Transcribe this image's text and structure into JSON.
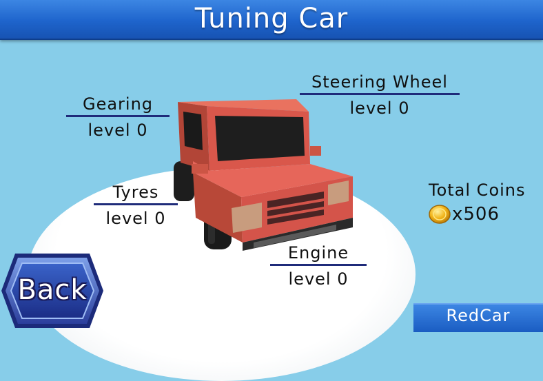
{
  "header": {
    "title": "Tuning Car"
  },
  "upgrades": {
    "gearing": {
      "name": "Gearing",
      "level": "level 0"
    },
    "steering_wheel": {
      "name": "Steering Wheel",
      "level": "level 0"
    },
    "tyres": {
      "name": "Tyres",
      "level": "level 0"
    },
    "engine": {
      "name": "Engine",
      "level": "level 0"
    }
  },
  "coins": {
    "label": "Total Coins",
    "count": "x506",
    "icon": "gold-coin-icon"
  },
  "buttons": {
    "back_label": "Back",
    "car_name": "RedCar"
  },
  "colors": {
    "background": "#87cde9",
    "title_bar": "#1e64cc",
    "underline": "#1f2b7a",
    "car_body": "#e2604f"
  }
}
